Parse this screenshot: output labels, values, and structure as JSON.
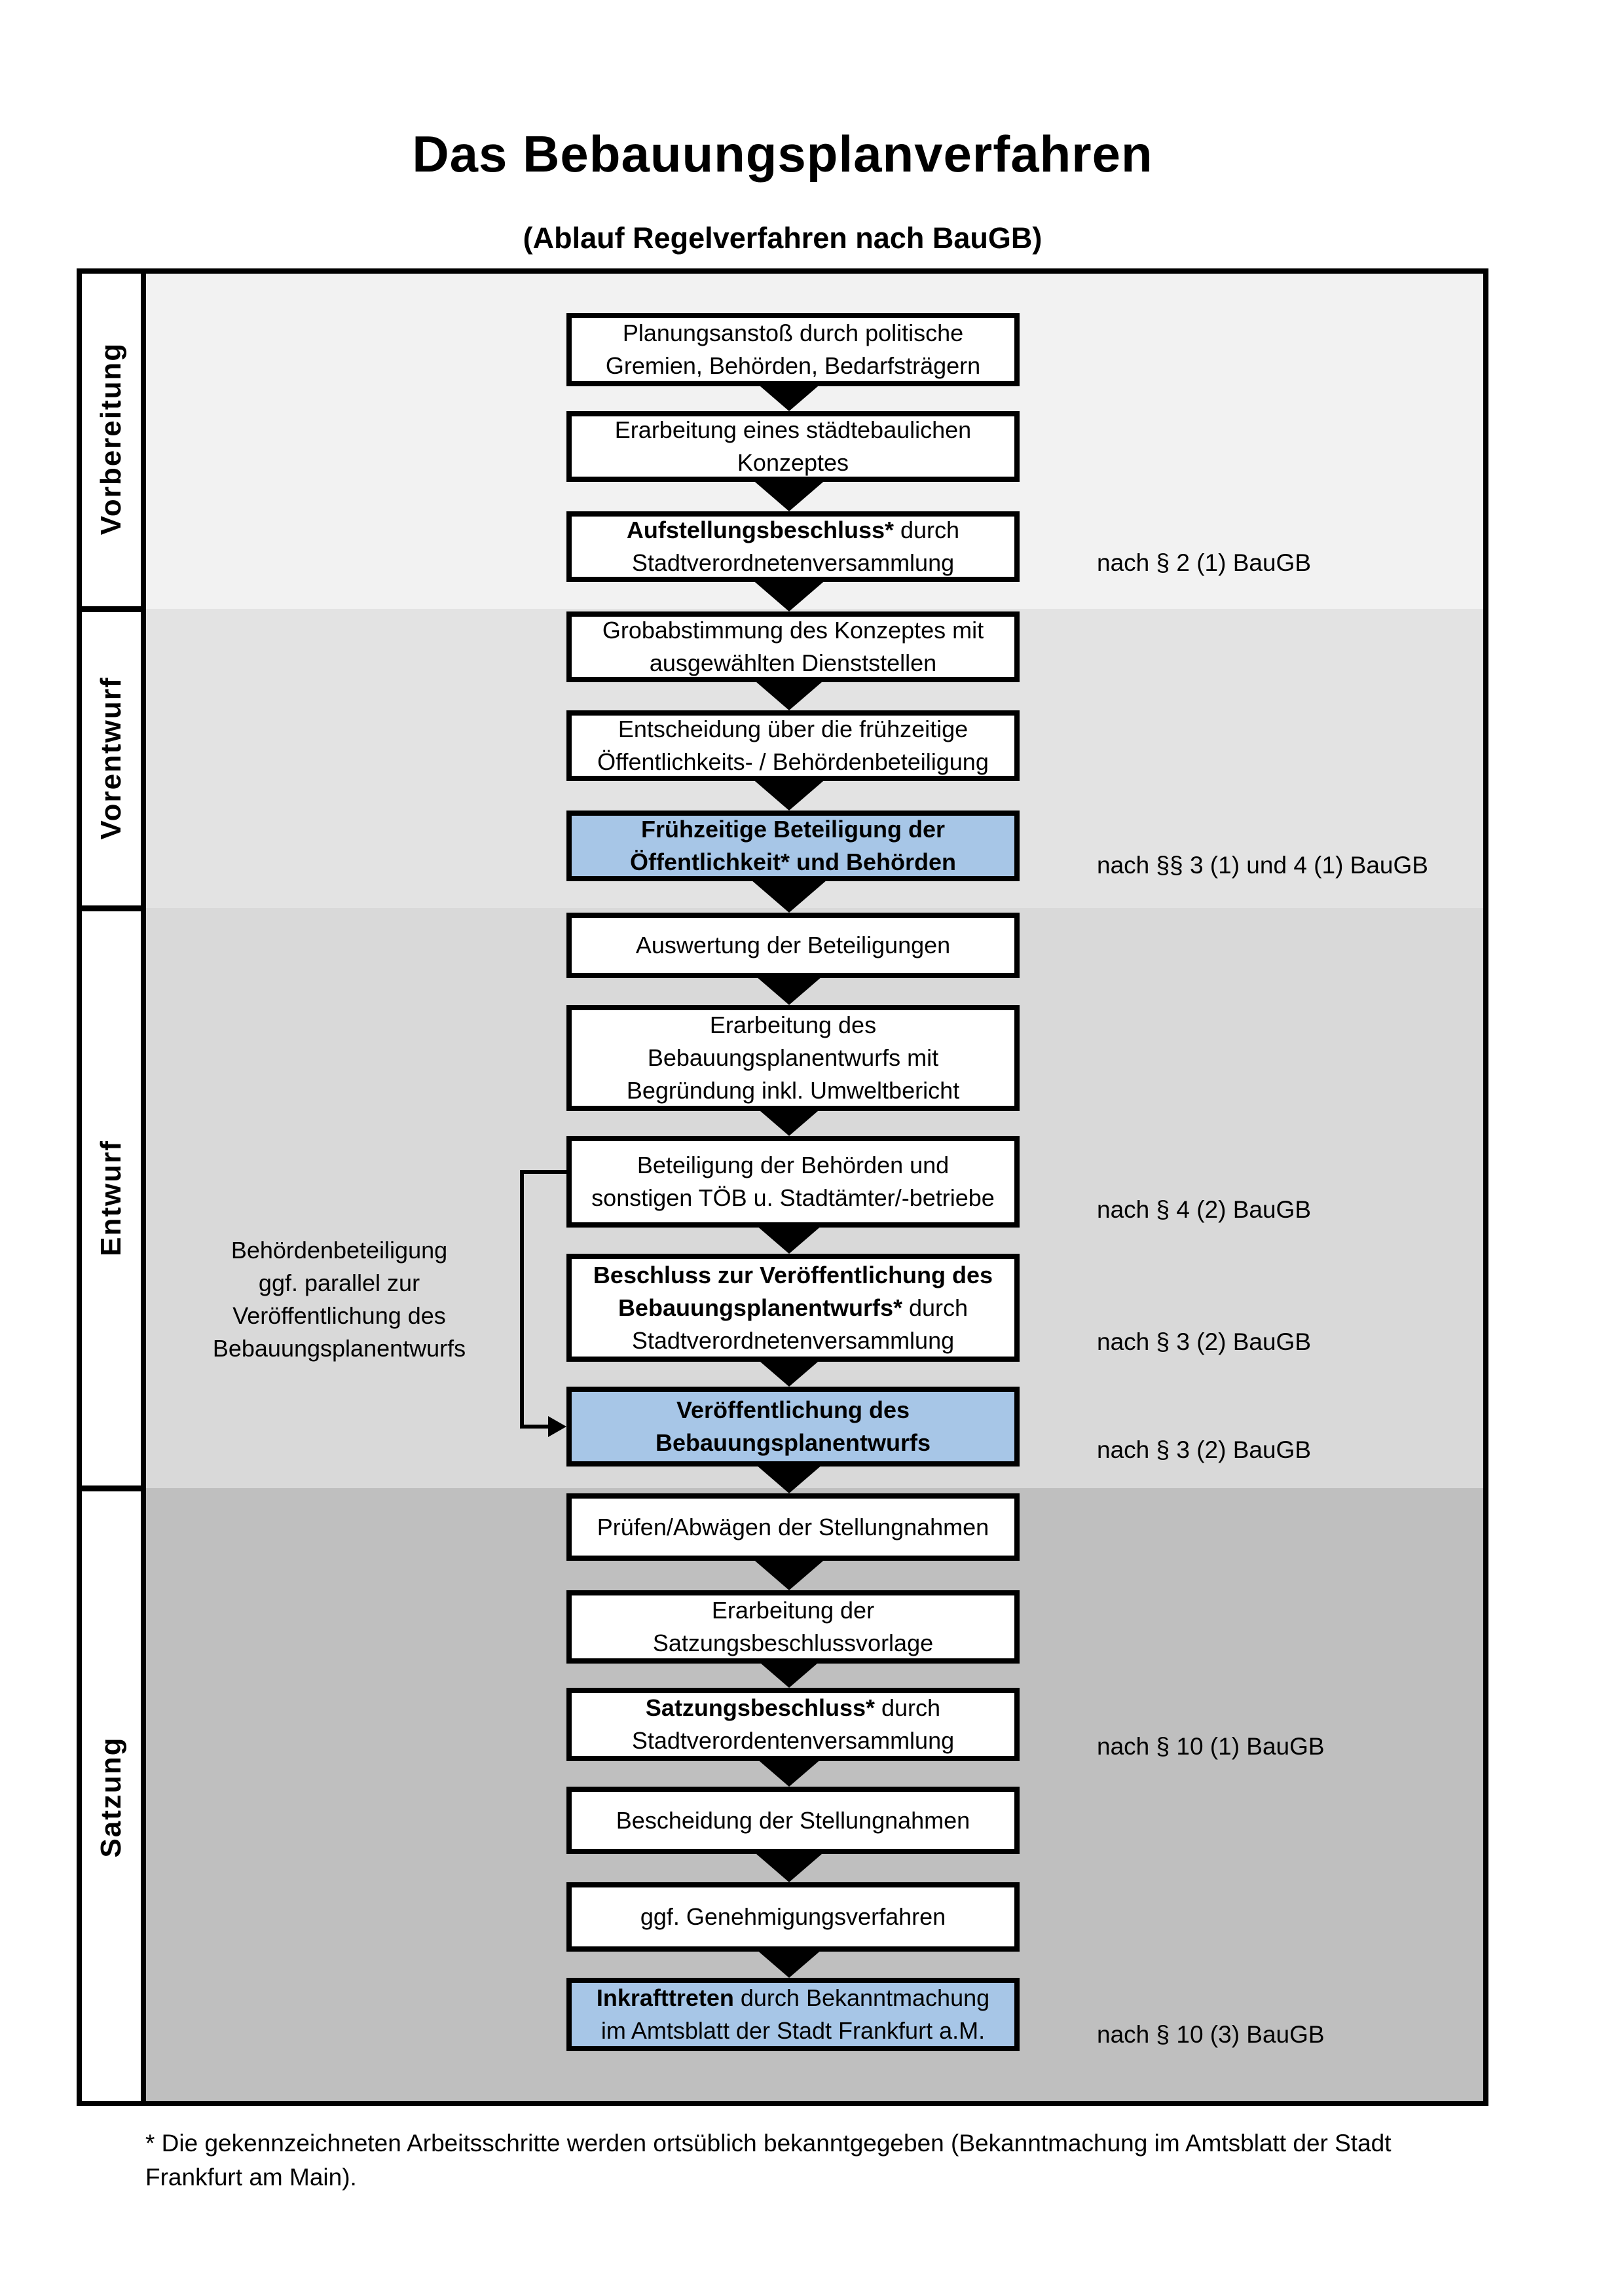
{
  "title": "Das Bebauungsplanverfahren",
  "subtitle": "(Ablauf Regelverfahren nach BauGB)",
  "colors": {
    "highlight_box": "#a7c6e7",
    "band_vorbereitung": "#f2f2f2",
    "band_vorentwurf": "#e3e3e3",
    "band_entwurf": "#d9d9d9",
    "band_satzung": "#bfbfbf",
    "border": "#000000"
  },
  "phases": [
    {
      "label": "Vorbereitung"
    },
    {
      "label": "Vorentwurf"
    },
    {
      "label": "Entwurf"
    },
    {
      "label": "Satzung"
    }
  ],
  "boxes": [
    {
      "bold": "",
      "rest": "Planungsanstoß durch politische\nGremien, Behörden, Bedarfsträgern"
    },
    {
      "bold": "",
      "rest": "Erarbeitung eines städtebaulichen\nKonzeptes"
    },
    {
      "bold": "Aufstellungsbeschluss*",
      "rest": " durch\nStadtverordnetenversammlung"
    },
    {
      "bold": "",
      "rest": "Grobabstimmung des Konzeptes mit\nausgewählten Dienststellen"
    },
    {
      "bold": "",
      "rest": "Entscheidung über die frühzeitige\nÖffentlichkeits- / Behördenbeteiligung"
    },
    {
      "bold": "Frühzeitige Beteiligung der\nÖffentlichkeit* und Behörden",
      "rest": ""
    },
    {
      "bold": "",
      "rest": "Auswertung der Beteiligungen"
    },
    {
      "bold": "",
      "rest": "Erarbeitung des\nBebauungsplanentwurfs mit\nBegründung inkl. Umweltbericht"
    },
    {
      "bold": "",
      "rest": "Beteiligung der Behörden und\nsonstigen TÖB u. Stadtämter/-betriebe"
    },
    {
      "bold": "Beschluss zur Veröffentlichung des\nBebauungsplanentwurfs*",
      "rest": " durch\nStadtverordnetenversammlung"
    },
    {
      "bold": "Veröffentlichung des\nBebauungsplanentwurfs",
      "rest": ""
    },
    {
      "bold": "",
      "rest": "Prüfen/Abwägen der Stellungnahmen"
    },
    {
      "bold": "",
      "rest": "Erarbeitung der\nSatzungsbeschlussvorlage"
    },
    {
      "bold": "Satzungsbeschluss*",
      "rest": " durch\nStadtverordentenversammlung"
    },
    {
      "bold": "",
      "rest": "Bescheidung der Stellungnahmen"
    },
    {
      "bold": "",
      "rest": "ggf. Genehmigungsverfahren"
    },
    {
      "bold": "Inkrafttreten",
      "rest": " durch Bekanntmachung\nim Amtsblatt der Stadt Frankfurt a.M."
    }
  ],
  "annotations": [
    "nach § 2 (1) BauGB",
    "nach §§ 3 (1) und 4 (1) BauGB",
    "nach § 4 (2) BauGB",
    "nach § 3 (2) BauGB",
    "nach § 3 (2) BauGB",
    "nach § 10 (1) BauGB",
    "nach § 10 (3) BauGB"
  ],
  "side_note": "Behördenbeteiligung\nggf. parallel zur\nVeröffentlichung des\nBebauungsplanentwurfs",
  "footnote": "* Die gekennzeichneten Arbeitsschritte werden ortsüblich bekanntgegeben (Bekanntmachung im Amtsblatt  der Stadt\nFrankfurt am Main)."
}
